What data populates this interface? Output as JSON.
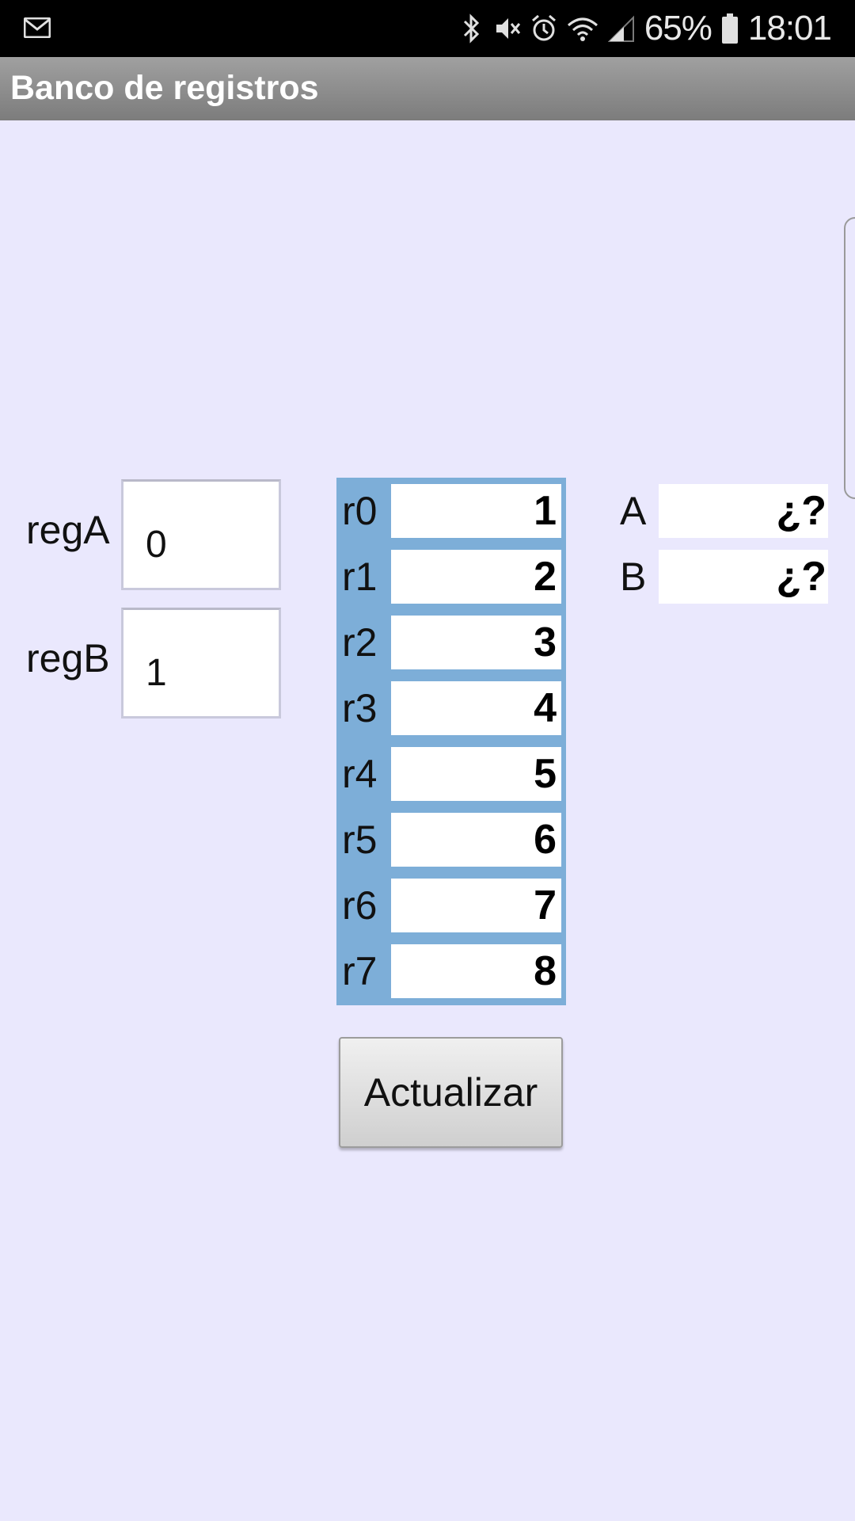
{
  "status_bar": {
    "battery": "65%",
    "time": "18:01",
    "icons": [
      "mail-icon",
      "bluetooth-icon",
      "mute-icon",
      "alarm-icon",
      "wifi-icon",
      "signal-icon",
      "battery-icon"
    ]
  },
  "title_bar": {
    "title": "Banco de registros"
  },
  "inputs": {
    "regA": {
      "label": "regA",
      "value": "0"
    },
    "regB": {
      "label": "regB",
      "value": "1"
    }
  },
  "registers": [
    {
      "name": "r0",
      "value": "1"
    },
    {
      "name": "r1",
      "value": "2"
    },
    {
      "name": "r2",
      "value": "3"
    },
    {
      "name": "r3",
      "value": "4"
    },
    {
      "name": "r4",
      "value": "5"
    },
    {
      "name": "r5",
      "value": "6"
    },
    {
      "name": "r6",
      "value": "7"
    },
    {
      "name": "r7",
      "value": "8"
    }
  ],
  "outputs": {
    "A": {
      "label": "A",
      "value": "¿?"
    },
    "B": {
      "label": "B",
      "value": "¿?"
    }
  },
  "update_button": {
    "label": "Actualizar"
  },
  "colors": {
    "background": "#eae8fd",
    "register_panel": "#7daed8",
    "title_bar": "#8e8e8e"
  }
}
